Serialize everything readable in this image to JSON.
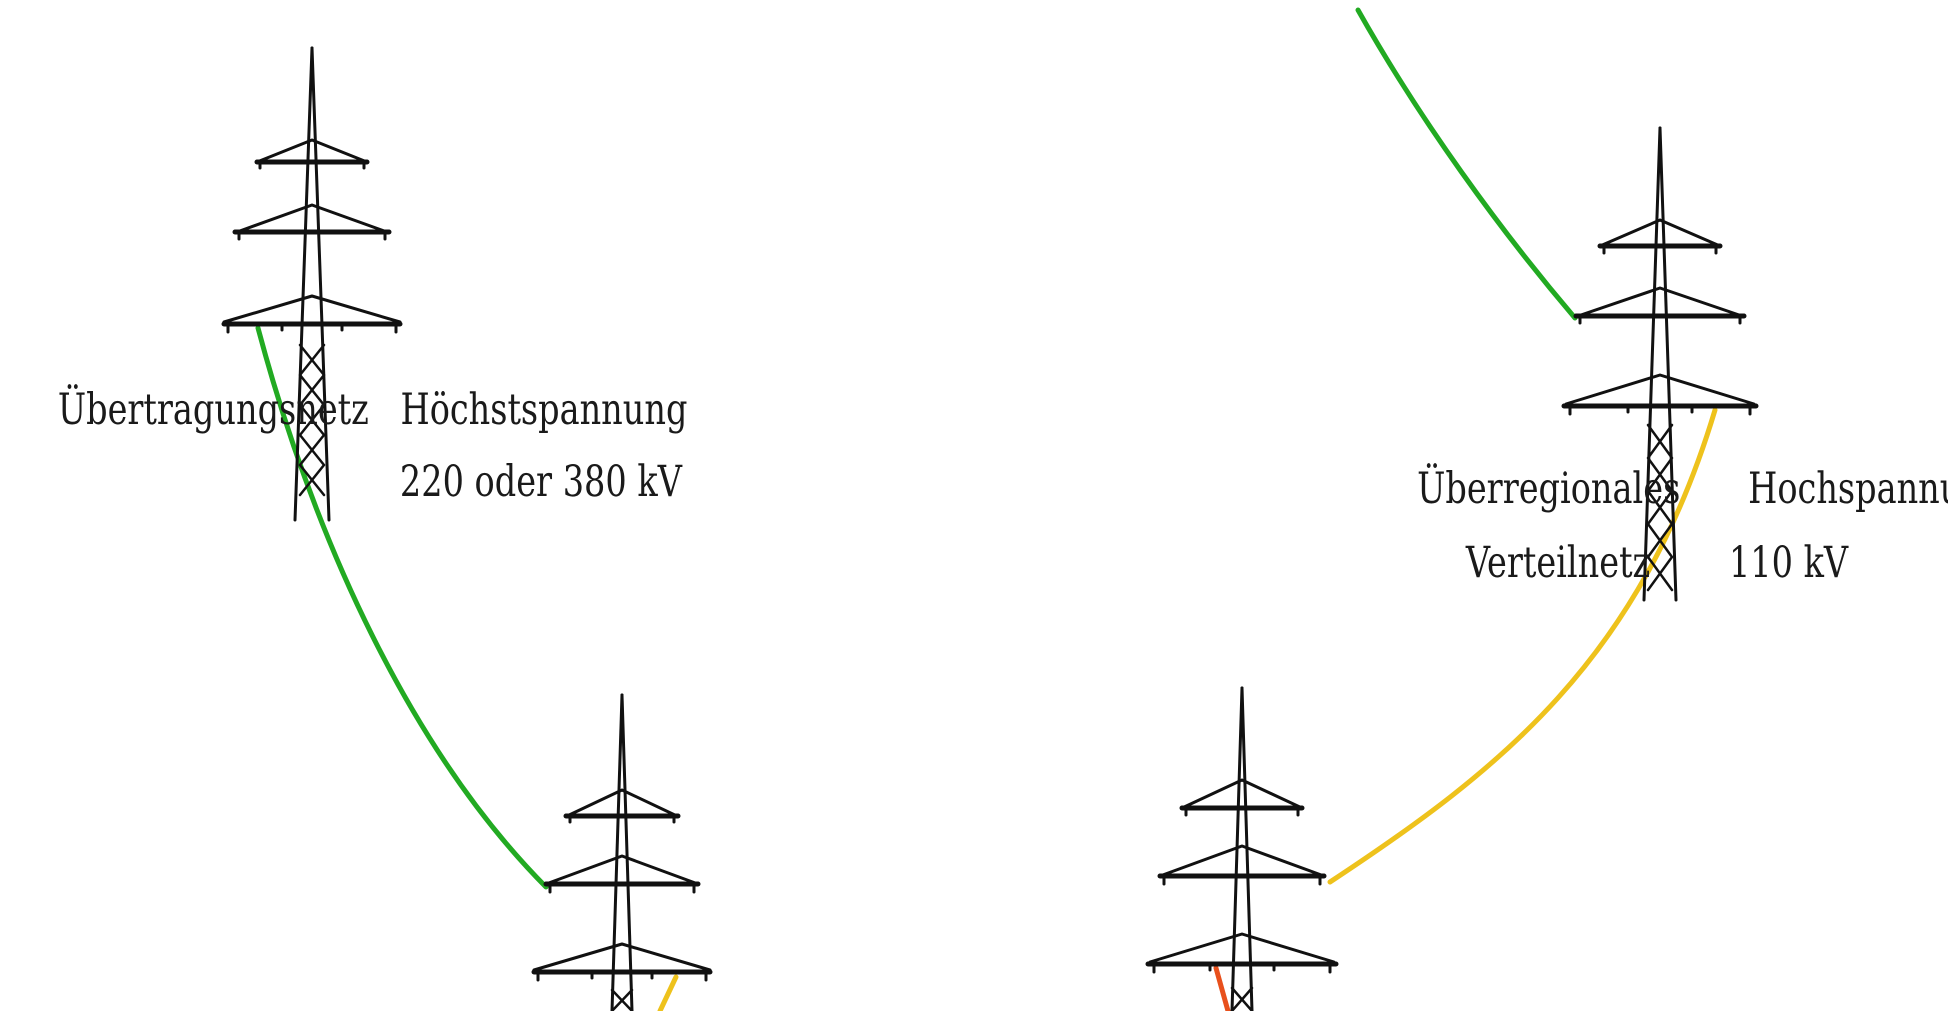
{
  "towers": [
    {
      "id": "transmission",
      "left_label": "Übertragungsnetz",
      "right_label_line1": "Höchstspannung",
      "right_label_line2": "220 oder 380 kV"
    },
    {
      "id": "distribution",
      "left_label_line1": "Überregionales",
      "left_label_line2": "Verteilnetz",
      "right_label_line1": "Hochspannung",
      "right_label_line2": "110 kV"
    }
  ],
  "colors": {
    "green_line": "#22aa22",
    "yellow_line": "#eec21c",
    "orange_line": "#e8501c",
    "tower": "#111111"
  }
}
